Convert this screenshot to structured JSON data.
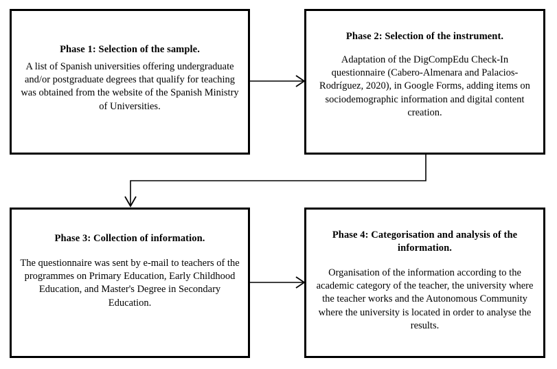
{
  "diagram": {
    "title": "Research methodology phases flowchart",
    "background_color": "#ffffff",
    "box_border_color": "#000000",
    "connector_color": "#000000",
    "phases": [
      {
        "id": "phase-1",
        "title": "Phase 1: Selection of the sample.",
        "body": "A list of Spanish universities offering undergraduate and/or postgraduate degrees that qualify for teaching was obtained from the website of the Spanish Ministry of Universities."
      },
      {
        "id": "phase-2",
        "title": "Phase 2: Selection of the instrument.",
        "body": "Adaptation of the DigCompEdu Check-In questionnaire (Cabero-Almenara and Palacios-Rodríguez, 2020), in Google Forms, adding items on sociodemographic information and digital content creation."
      },
      {
        "id": "phase-3",
        "title": "Phase 3: Collection of information.",
        "body": "The questionnaire was sent by e-mail to teachers of the programmes on Primary Education, Early Childhood Education, and Master's Degree in Secondary Education."
      },
      {
        "id": "phase-4",
        "title": "Phase 4: Categorisation and analysis of the information.",
        "body": "Organisation of the information according to the academic category of the teacher, the university where the teacher works and the Autonomous Community where the university is located in order to analyse the results."
      }
    ],
    "connectors": [
      {
        "id": "connector-1-2",
        "from": "phase-1",
        "to": "phase-2",
        "direction": "right"
      },
      {
        "id": "connector-2-3",
        "from": "phase-2",
        "to": "phase-3",
        "direction": "down-left-down"
      },
      {
        "id": "connector-3-4",
        "from": "phase-3",
        "to": "phase-4",
        "direction": "right"
      }
    ]
  }
}
